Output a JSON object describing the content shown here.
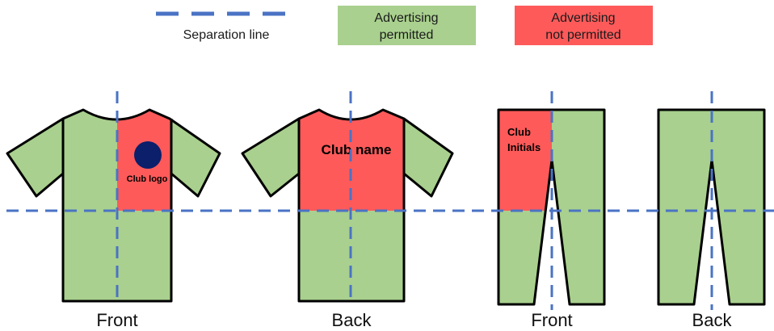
{
  "legend": {
    "separation_label": "Separation line",
    "permitted_line1": "Advertising",
    "permitted_line2": "permitted",
    "not_permitted_line1": "Advertising",
    "not_permitted_line2": "not permitted"
  },
  "shirt_front": {
    "logo_label": "Club logo",
    "caption": "Front"
  },
  "shirt_back": {
    "name_label": "Club name",
    "caption": "Back"
  },
  "shorts_front": {
    "initials_line1": "Club",
    "initials_line2": "Initials",
    "caption": "Front"
  },
  "shorts_back": {
    "caption": "Back"
  },
  "colors": {
    "permitted": "#a9d08e",
    "not_permitted": "#ff5a5a",
    "separation_line": "#4a73c4",
    "outline": "#000000",
    "logo": "#0b1f6b"
  }
}
